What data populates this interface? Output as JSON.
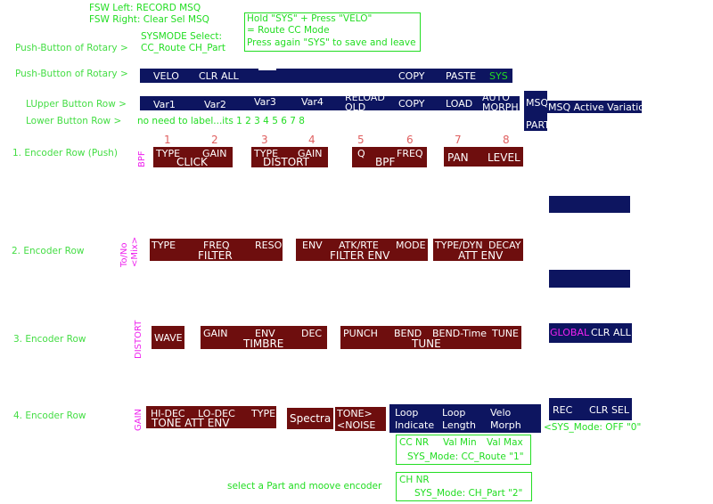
{
  "colors": {
    "navy": "#0d1560",
    "dark_red": "#6e0e0e",
    "green": "#22dd22",
    "pink": "#e06060",
    "magenta": "#ee22ee"
  },
  "notes": {
    "fsw_left": "FSW Left:   RECORD MSQ",
    "fsw_right": "FSW Right: Clear Sel MSQ",
    "sysmode_select": "SYSMODE Select:",
    "pb_rotary_1": "Push-Button of Rotary >",
    "sysmode_options": "CC_Route  CH_Part",
    "hold_box": [
      "Hold \"SYS\" + Press \"VELO\"",
      "= Route CC Mode",
      "Press again \"SYS\" to save and leave"
    ],
    "pb_rotary_2": "Push-Button of Rotary >",
    "upper_row": "LUpper Button Row >",
    "lower_row": "Lower  Button Row >",
    "lower_note": "no need to label...its  1 2 3 4 5 6 7 8",
    "row1": "1. Encoder Row (Push)",
    "row2": "2. Encoder Row",
    "row3": "3. Encoder Row",
    "row4": "4. Encoder Row",
    "select_part": "select a Part and moove encoder"
  },
  "push_row": {
    "velo": "VELO",
    "clr_all": "CLR ALL",
    "copy": "COPY",
    "paste": "PASTE",
    "sys": "SYS"
  },
  "upper_row_buttons": {
    "var1": "Var1",
    "var2": "Var2",
    "var3": "Var3",
    "var4": "Var4",
    "reload": "RELOAD OLD",
    "copy": "COPY",
    "load": "LOAD",
    "auto": "AUTO MORPH"
  },
  "msq": {
    "msq": "MSQ",
    "part": "PART",
    "active": "MSQ Active Variation"
  },
  "numbers": [
    "1",
    "2",
    "3",
    "4",
    "5",
    "6",
    "7",
    "8"
  ],
  "side_labels": {
    "bpf": "BPF",
    "to_no_mix": "To/No <Mix>",
    "distort": "DISTORT",
    "gain": "GAIN"
  },
  "row1_blocks": {
    "click": {
      "labels": [
        "TYPE",
        "GAIN"
      ],
      "title": "CLICK"
    },
    "distort": {
      "labels": [
        "TYPE",
        "GAIN"
      ],
      "title": "DISTORT"
    },
    "bpf": {
      "labels": [
        "Q",
        "FREQ"
      ],
      "title": "BPF"
    },
    "pan_level": {
      "labels": [
        "PAN",
        "LEVEL"
      ]
    }
  },
  "row2_blocks": {
    "filter": {
      "labels": [
        "TYPE",
        "FREQ",
        "RESO"
      ],
      "title": "FILTER"
    },
    "filter_env": {
      "labels": [
        "ENV",
        "ATK/RTE",
        "MODE"
      ],
      "title": "FILTER ENV"
    },
    "att_env": {
      "labels": [
        "TYPE/DYN",
        "DECAY"
      ],
      "title": "ATT ENV"
    }
  },
  "row3_blocks": {
    "wave": "WAVE",
    "timbre": {
      "labels": [
        "GAIN",
        "ENV",
        "DEC"
      ],
      "title": "TIMBRE"
    },
    "tune": {
      "labels": [
        "PUNCH",
        "BEND",
        "BEND-Time",
        "TUNE"
      ],
      "title": "TUNE"
    },
    "global": {
      "global": "GLOBAL",
      "clr_all": "CLR ALL"
    }
  },
  "row4_blocks": {
    "tone_att_env": {
      "labels": [
        "HI-DEC",
        "LO-DEC",
        "TYPE"
      ],
      "title": "TONE ATT ENV"
    },
    "spectra": "Spectra",
    "tone_noise": [
      "TONE>",
      "<NOISE"
    ],
    "loop": {
      "labels_top": [
        "Loop",
        "Loop",
        "Velo"
      ],
      "labels_bottom": [
        "Indicate",
        "Length",
        "Morph"
      ]
    },
    "rec_clr": {
      "rec": "REC",
      "clr_sel": "CLR SEL"
    },
    "sys_mode_off": "<SYS_Mode: OFF \"0\"",
    "cc_box": {
      "labels": [
        "CC NR",
        "Val Min",
        "Val Max"
      ],
      "mode": "SYS_Mode: CC_Route \"1\""
    },
    "ch_box": {
      "label": "CH NR",
      "mode": "SYS_Mode: CH_Part \"2\""
    }
  }
}
